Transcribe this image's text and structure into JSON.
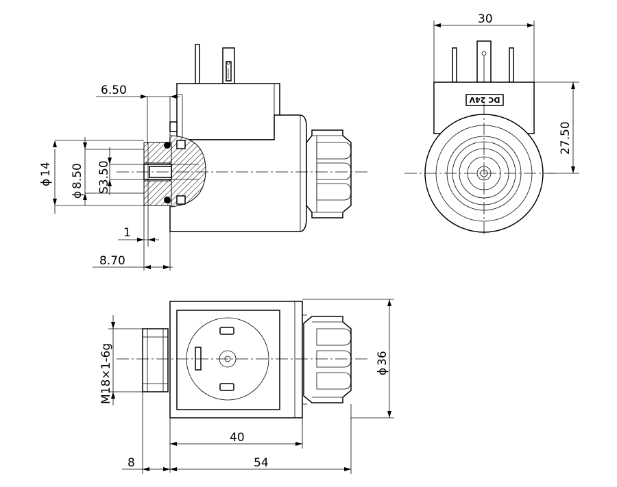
{
  "dimensions": {
    "d_6_50": "6.50",
    "d_dia14": "14",
    "d_dia8_50": "8.50",
    "d_s3_50": "S3.50",
    "d_1": "1",
    "d_8_70": "8.70",
    "d_30": "30",
    "d_27_50": "27.50",
    "d_thread": "M18×1-6g",
    "d_dia36": "36",
    "d_40": "40",
    "d_8": "8",
    "d_54": "54"
  },
  "symbols": {
    "diameter": "ϕ"
  },
  "labels": {
    "voltage": "DC 24V"
  }
}
